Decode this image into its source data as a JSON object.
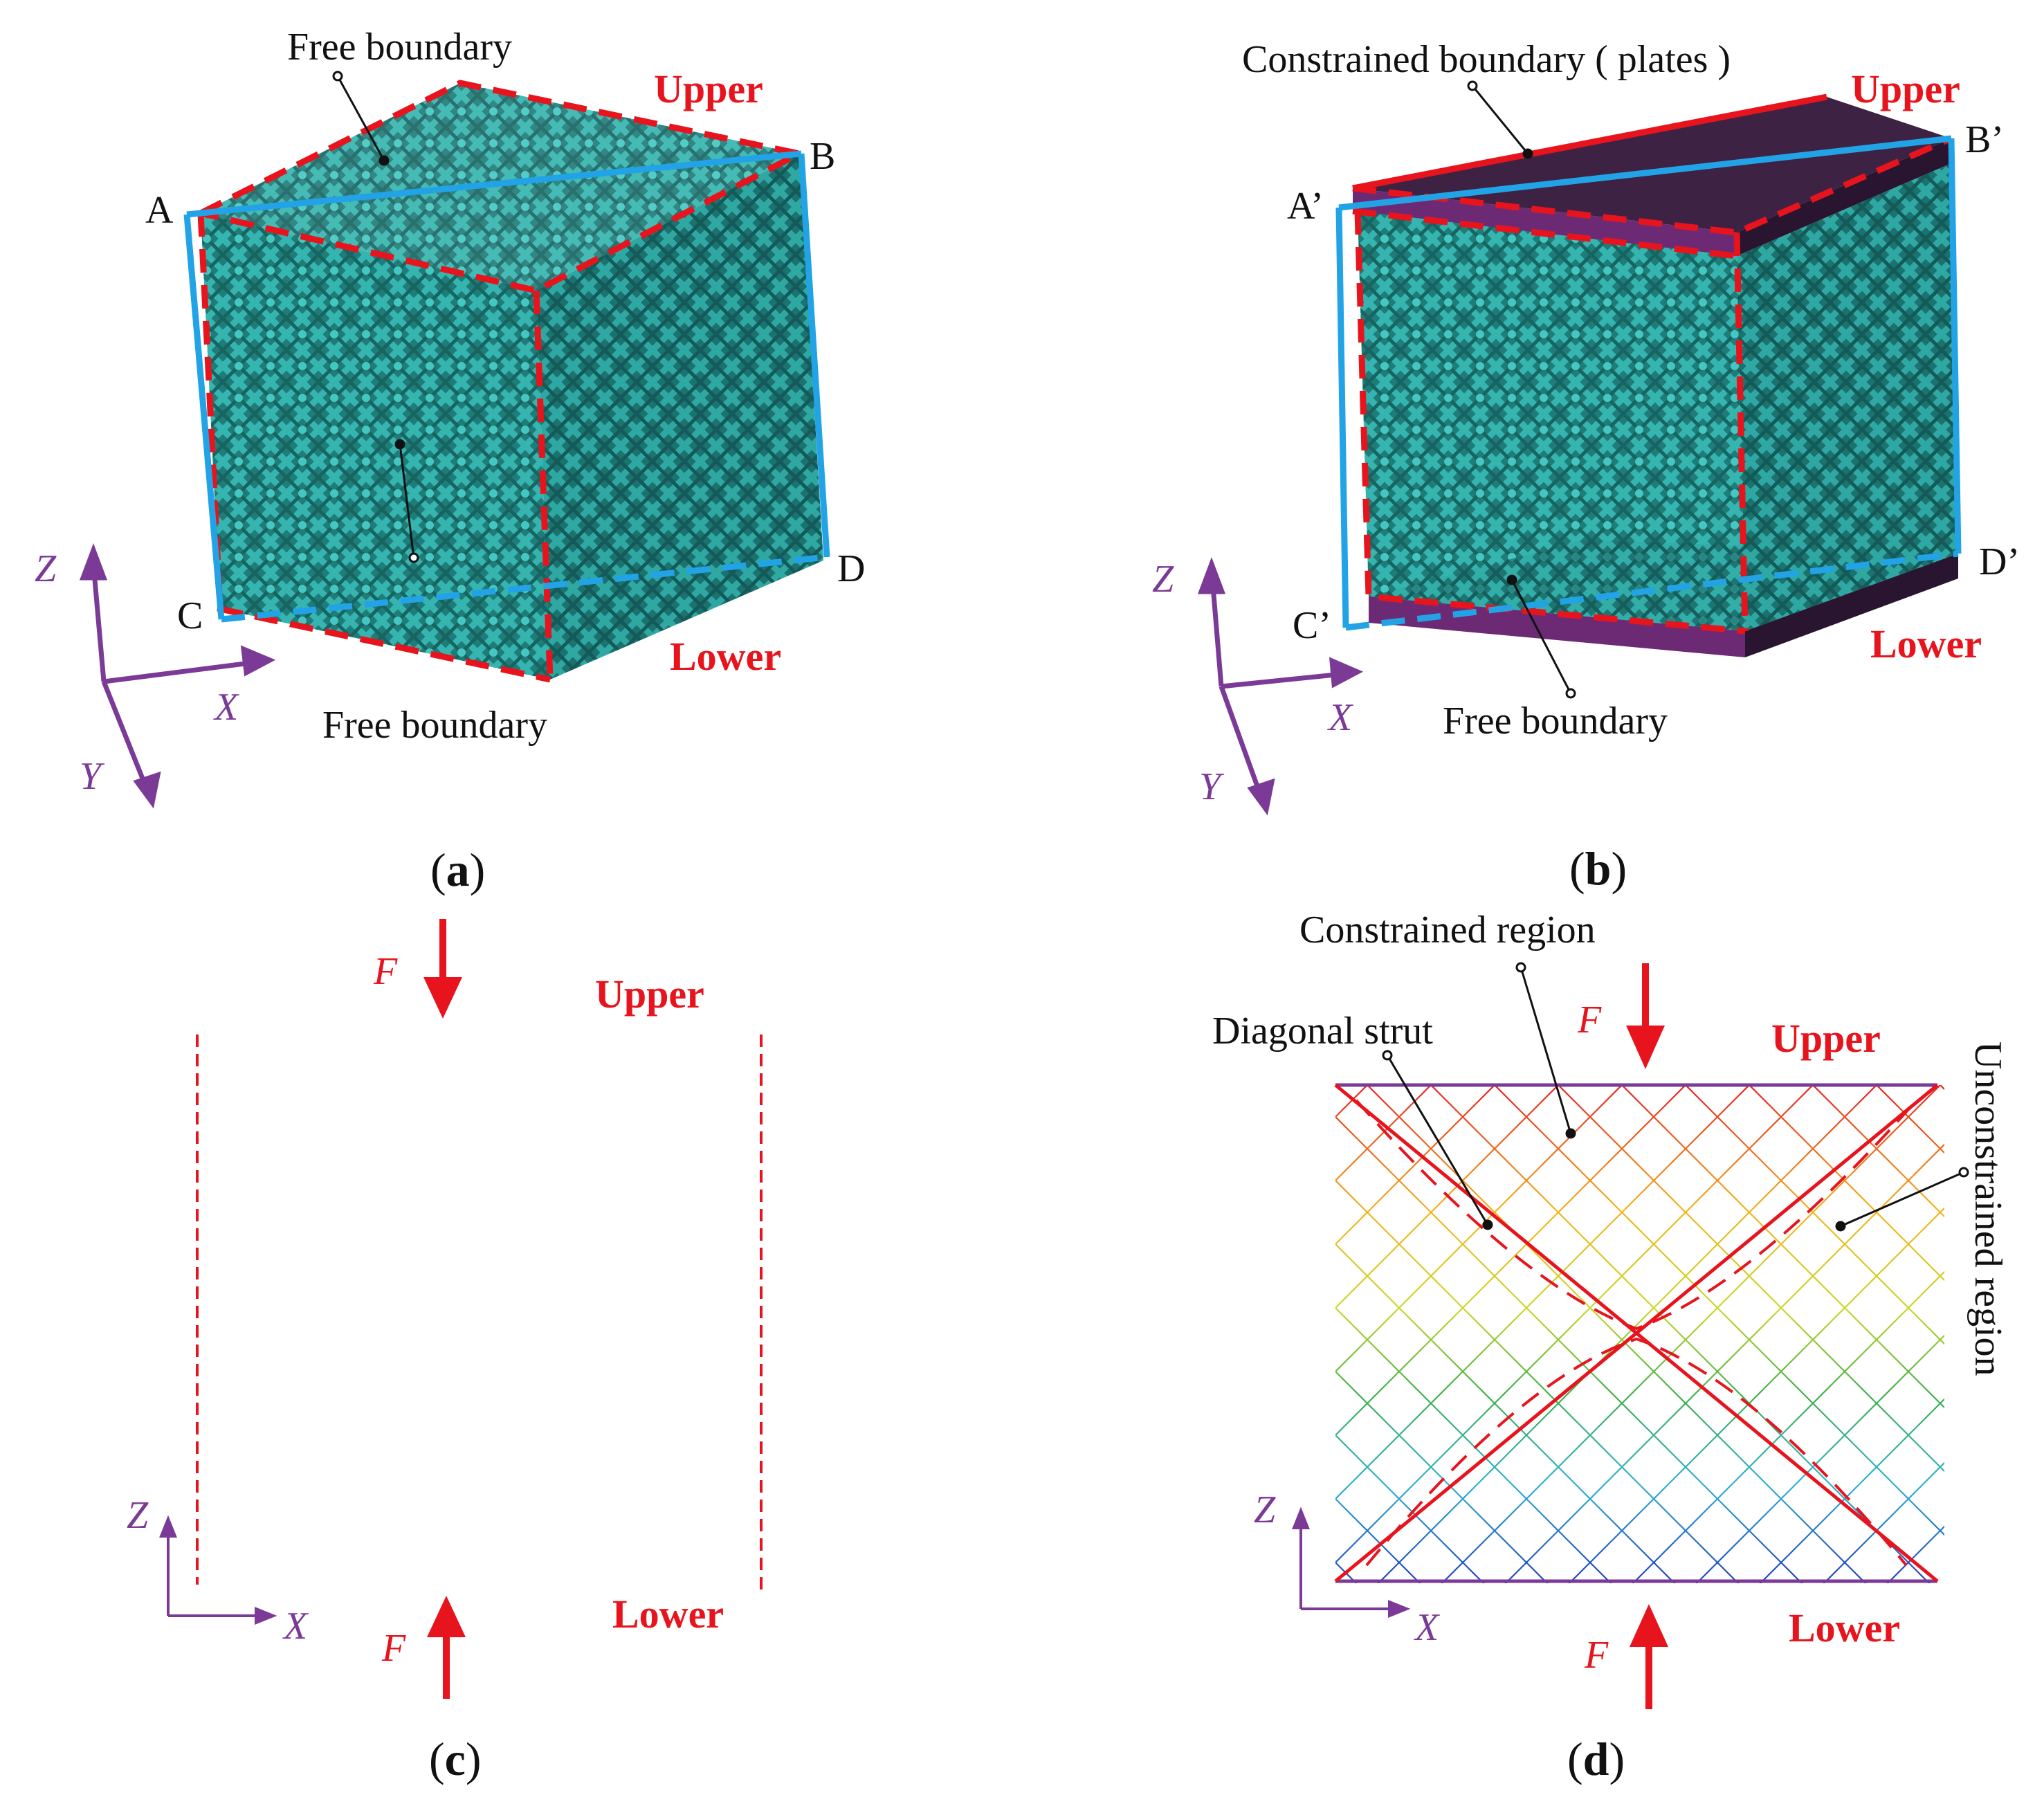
{
  "panels": {
    "a": {
      "caption_open": "(",
      "caption_letter": "a",
      "caption_close": ")",
      "label_free_top": "Free boundary",
      "label_free_bottom": "Free boundary",
      "label_upper": "Upper",
      "label_lower": "Lower",
      "points": [
        "A",
        "B",
        "C",
        "D"
      ],
      "axes": [
        "Z",
        "X",
        "Y"
      ]
    },
    "b": {
      "caption_open": "(",
      "caption_letter": "b",
      "caption_close": ")",
      "label_constrained": "Constrained boundary ( plates )",
      "label_free": "Free boundary",
      "label_upper": "Upper",
      "label_lower": "Lower",
      "points": [
        "A’",
        "B’",
        "C’",
        "D’"
      ],
      "axes": [
        "Z",
        "X",
        "Y"
      ]
    },
    "c": {
      "caption_open": "(",
      "caption_letter": "c",
      "caption_close": ")",
      "label_upper": "Upper",
      "label_lower": "Lower",
      "force_top": "F",
      "force_bottom": "F",
      "axes": [
        "Z",
        "X"
      ]
    },
    "d": {
      "caption_open": "(",
      "caption_letter": "d",
      "caption_close": ")",
      "label_constrained_region": "Constrained region",
      "label_diagonal_strut": "Diagonal strut",
      "label_unconstrained_region": "Unconstrained region",
      "label_upper": "Upper",
      "label_lower": "Lower",
      "force_top": "F",
      "force_bottom": "F",
      "axes": [
        "Z",
        "X"
      ]
    }
  },
  "colors": {
    "lattice": "#2a9a96",
    "lattice_dark": "#1c6f6c",
    "boundary_dash": "#e8141d",
    "boundary_solid": "#22a3e6",
    "axis": "#7b3a96",
    "force": "#e8141d",
    "plate_top": "#3e2244",
    "plate_edge": "#6d2a74",
    "plate_side": "#2a1530"
  }
}
